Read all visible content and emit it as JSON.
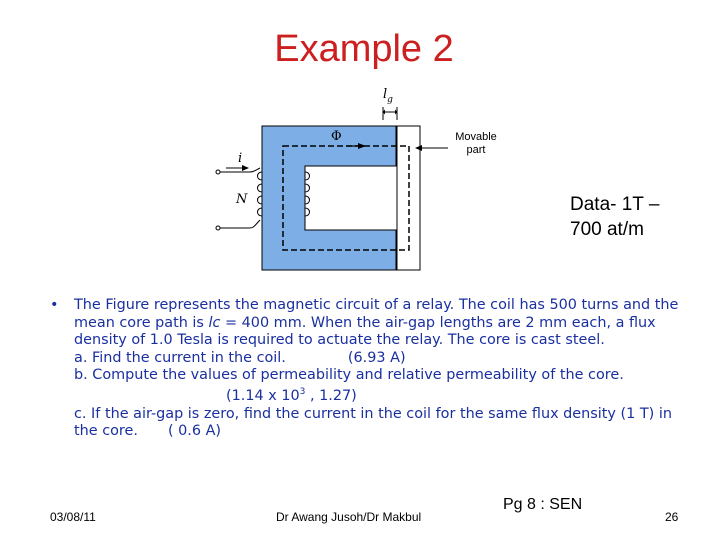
{
  "slide": {
    "title": "Example 2",
    "data_note": [
      "Data- 1T –",
      "700 at/m"
    ]
  },
  "figure": {
    "label_lg": "l",
    "label_lg_sub": "g",
    "label_phi": "Φ",
    "label_i": "i",
    "label_N": "N",
    "movable_part": [
      "Movable",
      "part"
    ],
    "colors": {
      "core": "#7eaee6",
      "outline": "#000000"
    }
  },
  "problem": {
    "statement_parts": {
      "before": "The Figure represents the magnetic circuit of a relay. The coil has 500 turns and the mean core path is ",
      "italic": "lc",
      "after": " = 400 mm. When the air-gap lengths are 2 mm each, a flux density of 1.0 Tesla is required to actuate the relay. The core is cast steel."
    },
    "items": [
      {
        "text": "a.  Find the current in the coil.",
        "answer": "(6.93 A)"
      },
      {
        "text": "b. Compute the values of permeability and relative permeability of the core.",
        "answer_main": "(1.14 x 10",
        "answer_sup": "3",
        "answer_end": " , 1.27)"
      },
      {
        "text": "c. If the air-gap is zero, find the current in the coil for the same flux density (1 T) in the core.",
        "answer": "( 0.6 A)"
      }
    ],
    "colors": {
      "text": "#1a2fa0",
      "title": "#cc1f1f"
    }
  },
  "footer": {
    "date": "03/08/11",
    "author": "Dr Awang Jusoh/Dr Makbul",
    "page_ref": "Pg 8 : SEN",
    "slide_number": "26"
  }
}
